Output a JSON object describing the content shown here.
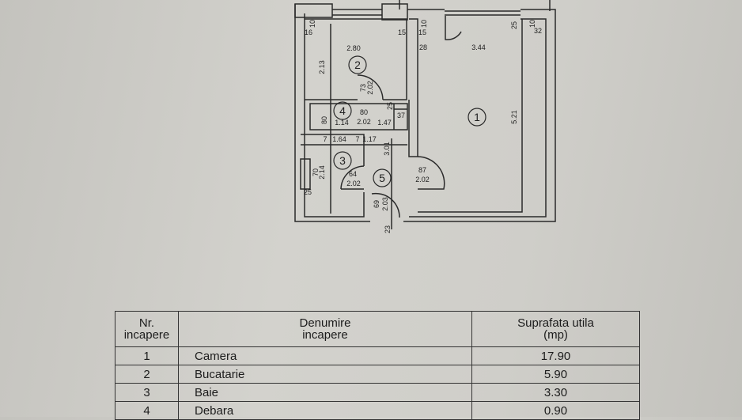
{
  "plan": {
    "rooms": [
      {
        "number": "1"
      },
      {
        "number": "2"
      },
      {
        "number": "3"
      },
      {
        "number": "4"
      },
      {
        "number": "5"
      }
    ],
    "dimensions": {
      "kitchen_width": "2.80",
      "kitchen_depth": "2.13",
      "kitchen_door_w": "73",
      "kitchen_door_h": "2.02",
      "tl_a": "10",
      "tl_b": "16",
      "tr_k": "15",
      "tl_r": "15",
      "tl_r2": "10",
      "room_left": "28",
      "room_width": "3.44",
      "room_top_r": "25",
      "room_tr": "32",
      "room_tr2": "10",
      "room_depth": "5.21",
      "closet_depth": "80",
      "closet_width": "1.14",
      "closet_door_w": "80",
      "closet_door_h": "2.02",
      "hall_w": "1.47",
      "hall_25": "25",
      "hall_37": "37",
      "k_wall_7": "7",
      "bath_7a": "7",
      "bath_width": "1.64",
      "bath_7b": "7",
      "hall_117": "1.17",
      "hall_len": "3.01",
      "bath_70": "70",
      "bath_depth": "2.14",
      "bath_25": "25",
      "bath_door_w": "64",
      "bath_door_h": "2.02",
      "room_door_w": "87",
      "room_door_h": "2.02",
      "entry_door_w": "69",
      "entry_door_h": "2.03",
      "entry_23": "23"
    }
  },
  "table": {
    "headers": {
      "nr": "Nr.\nincapere",
      "name": "Denumire\nincapere",
      "area": "Suprafata utila\n(mp)"
    },
    "rows": [
      {
        "nr": "1",
        "name": "Camera",
        "area": "17.90"
      },
      {
        "nr": "2",
        "name": "Bucatarie",
        "area": "5.90"
      },
      {
        "nr": "3",
        "name": "Baie",
        "area": "3.30"
      },
      {
        "nr": "4",
        "name": "Debara",
        "area": "0.90"
      }
    ]
  }
}
